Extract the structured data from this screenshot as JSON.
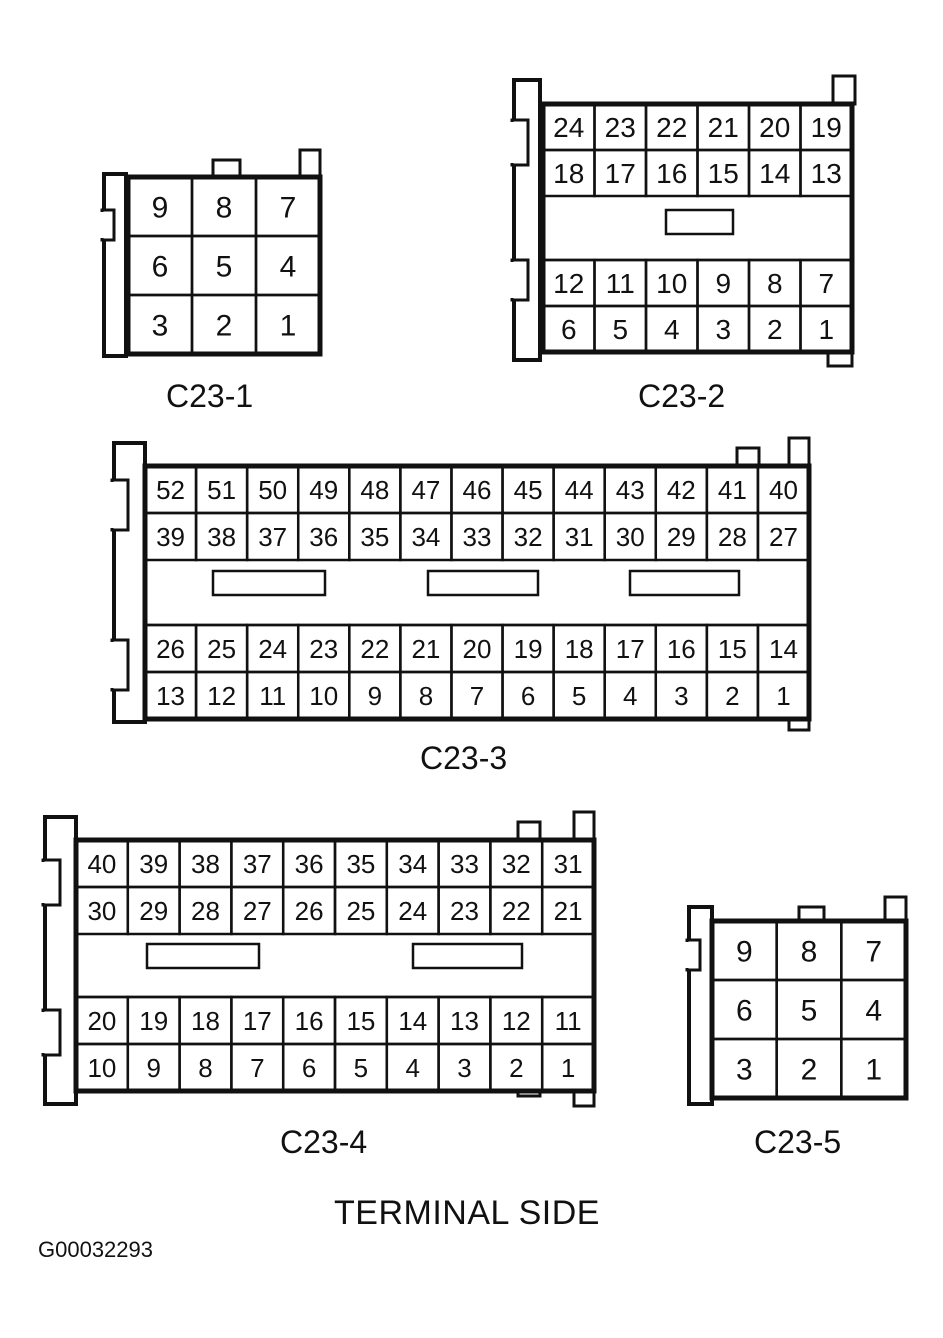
{
  "connectors": [
    {
      "id": "c23-1",
      "label": "C23-1",
      "top_rows": [
        [
          "9",
          "8",
          "7"
        ],
        [
          "6",
          "5",
          "4"
        ],
        [
          "3",
          "2",
          "1"
        ]
      ],
      "bottom_rows": []
    },
    {
      "id": "c23-2",
      "label": "C23-2",
      "top_rows": [
        [
          "24",
          "23",
          "22",
          "21",
          "20",
          "19"
        ],
        [
          "18",
          "17",
          "16",
          "15",
          "14",
          "13"
        ]
      ],
      "bottom_rows": [
        [
          "12",
          "11",
          "10",
          "9",
          "8",
          "7"
        ],
        [
          "6",
          "5",
          "4",
          "3",
          "2",
          "1"
        ]
      ]
    },
    {
      "id": "c23-3",
      "label": "C23-3",
      "top_rows": [
        [
          "52",
          "51",
          "50",
          "49",
          "48",
          "47",
          "46",
          "45",
          "44",
          "43",
          "42",
          "41",
          "40"
        ],
        [
          "39",
          "38",
          "37",
          "36",
          "35",
          "34",
          "33",
          "32",
          "31",
          "30",
          "29",
          "28",
          "27"
        ]
      ],
      "bottom_rows": [
        [
          "26",
          "25",
          "24",
          "23",
          "22",
          "21",
          "20",
          "19",
          "18",
          "17",
          "16",
          "15",
          "14"
        ],
        [
          "13",
          "12",
          "11",
          "10",
          "9",
          "8",
          "7",
          "6",
          "5",
          "4",
          "3",
          "2",
          "1"
        ]
      ]
    },
    {
      "id": "c23-4",
      "label": "C23-4",
      "top_rows": [
        [
          "40",
          "39",
          "38",
          "37",
          "36",
          "35",
          "34",
          "33",
          "32",
          "31"
        ],
        [
          "30",
          "29",
          "28",
          "27",
          "26",
          "25",
          "24",
          "23",
          "22",
          "21"
        ]
      ],
      "bottom_rows": [
        [
          "20",
          "19",
          "18",
          "17",
          "16",
          "15",
          "14",
          "13",
          "12",
          "11"
        ],
        [
          "10",
          "9",
          "8",
          "7",
          "6",
          "5",
          "4",
          "3",
          "2",
          "1"
        ]
      ]
    },
    {
      "id": "c23-5",
      "label": "C23-5",
      "top_rows": [
        [
          "9",
          "8",
          "7"
        ],
        [
          "6",
          "5",
          "4"
        ],
        [
          "3",
          "2",
          "1"
        ]
      ],
      "bottom_rows": []
    }
  ],
  "footer": {
    "title": "TERMINAL SIDE",
    "figure_id": "G00032293"
  }
}
